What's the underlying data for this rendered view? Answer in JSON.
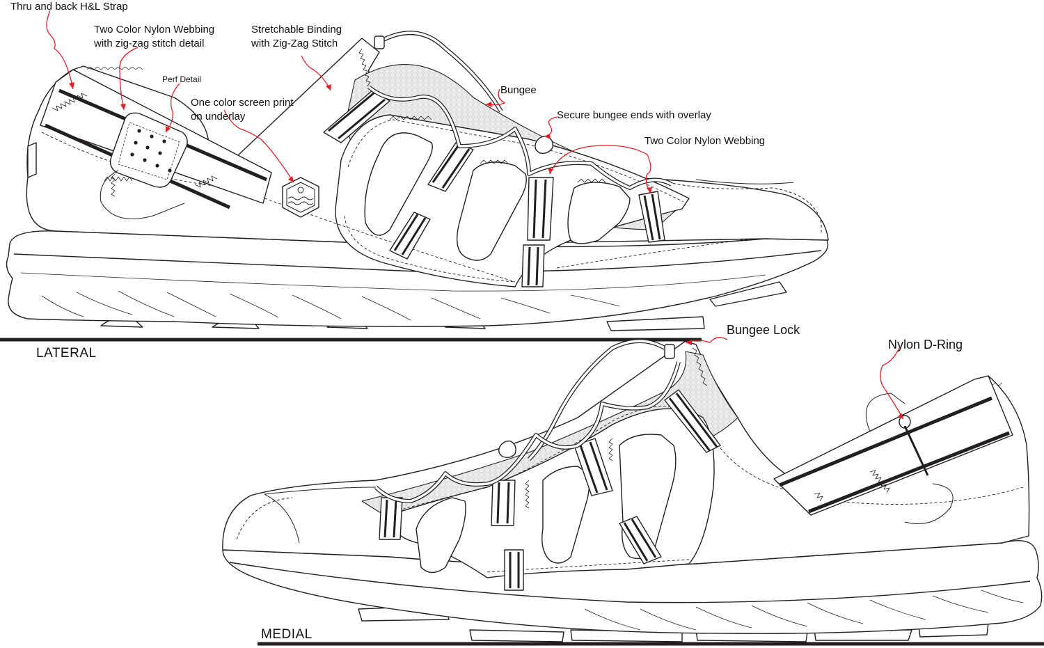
{
  "views": {
    "lateral": "LATERAL",
    "medial": "MEDIAL"
  },
  "callouts": {
    "strap": "Thru and back H&L Strap",
    "webbing_zigzag_1": "Two Color Nylon Webbing",
    "webbing_zigzag_2": "with zig-zag stitch detail",
    "perf": "Perf Detail",
    "binding_1": "Stretchable Binding",
    "binding_2": "with Zig-Zag Stitch",
    "screen_print_1": "One color screen print",
    "screen_print_2": "on underlay",
    "bungee": "Bungee",
    "bungee_ends": "Secure bungee ends with overlay",
    "webbing": "Two Color Nylon Webbing",
    "bungee_lock": "Bungee Lock",
    "d_ring": "Nylon D-Ring"
  },
  "colors": {
    "line": "#231f20",
    "leader": "#e31e24",
    "mesh": "#e6e6e6",
    "webbing": "#231f20"
  }
}
